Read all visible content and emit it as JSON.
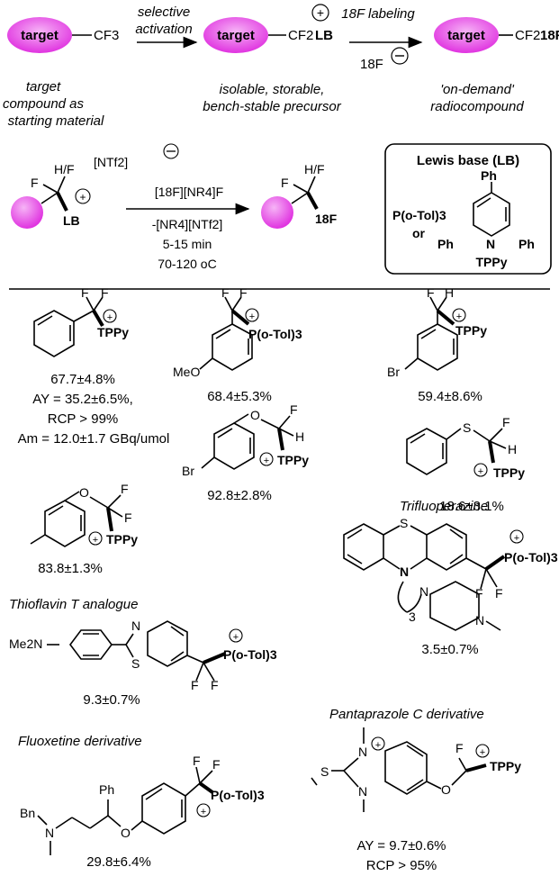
{
  "top_scheme": {
    "pill_label": "target",
    "cf3": "CF3",
    "arrow1_label_1": "selective",
    "arrow1_label_2": "activation",
    "precursor_group": "CF2",
    "lb": "LB",
    "arrow2_label": "18F labeling",
    "fluoride": "18F",
    "product_group": "CF2",
    "product_iso": "18F",
    "caption_left": [
      "target",
      "compound as",
      "starting material"
    ],
    "caption_mid": [
      "isolable, storable,",
      "bench-stable precursor"
    ],
    "caption_right": [
      "'on-demand'",
      "radiocompound"
    ]
  },
  "general_reaction": {
    "hf": "H/F",
    "f": "F",
    "lb": "LB",
    "counterion": "[NTf2]",
    "reagent": "[18F][NR4]F",
    "byproduct": "-[NR4][NTf2]",
    "time": "5-15 min",
    "temp": "70-120 oC",
    "product_hf": "H/F",
    "product_f": "F",
    "product_18f": "18F"
  },
  "lewis_base_box": {
    "title": "Lewis base (LB)",
    "phosphine": "P(o-Tol)3",
    "or": "or",
    "ph": "Ph",
    "n": "N",
    "tppy": "TPPy"
  },
  "compounds": [
    {
      "id": "c1",
      "yield": "67.7±4.8%",
      "extra": [
        "AY = 35.2±6.5%,",
        "RCP > 99%",
        "Am = 12.0±1.7 GBq/umol"
      ],
      "lb": "TPPy"
    },
    {
      "id": "c2",
      "yield": "68.4±5.3%",
      "lb": "P(o-Tol)3",
      "sub": "MeO"
    },
    {
      "id": "c3",
      "yield": "59.4±8.6%",
      "lb": "TPPy",
      "sub": "Br"
    },
    {
      "id": "c4",
      "yield": "92.8±2.8%",
      "lb": "TPPy",
      "sub": "Br"
    },
    {
      "id": "c5",
      "yield": "18.6±3.1%",
      "lb": "TPPy"
    },
    {
      "id": "c6",
      "yield": "83.8±1.3%",
      "lb": "TPPy"
    },
    {
      "id": "c7",
      "name": "Trifluoperazine",
      "yield": "3.5±0.7%",
      "lb": "P(o-Tol)3"
    },
    {
      "id": "c8",
      "name": "Thioflavin T analogue",
      "yield": "9.3±0.7%",
      "lb": "P(o-Tol)3",
      "sub": "Me2N"
    },
    {
      "id": "c9",
      "name": "Pantaprazole C derivative",
      "extra": [
        "AY = 9.7±0.6%",
        "RCP > 95%"
      ],
      "lb": "TPPy"
    },
    {
      "id": "c10",
      "name": "Fluoxetine derivative",
      "yield": "29.8±6.4%",
      "lb": "P(o-Tol)3",
      "sub": "Bn"
    }
  ],
  "colors": {
    "pill": "#e033e0",
    "pill_light": "#f6b4f6"
  }
}
